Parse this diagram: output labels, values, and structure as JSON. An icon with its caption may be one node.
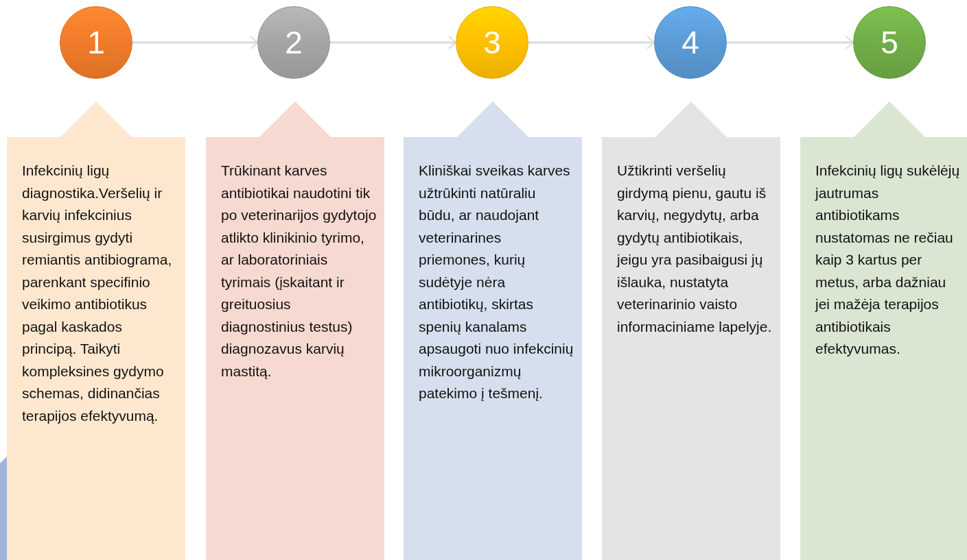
{
  "diagram": {
    "nodes": [
      {
        "text": [
          "1"
        ]
      },
      {
        "text": [
          "2"
        ]
      },
      {
        "text": [
          "3"
        ]
      },
      {
        "text": [
          "4"
        ]
      },
      {
        "text": [
          "5"
        ]
      },
      {
        "text": [
          "Infekcinių ligų diagnostika.Veršelių ir karvių infekcinius susirgimus gydyti remiantis antibiograma, parenkant specifinio veikimo antibiotikus pagal kaskados principą. Taikyti kompleksines gydymo schemas, didinančias terapijos efektyvumą."
        ]
      },
      {
        "text": [
          "Trūkinant karves antibiotikai naudotini tik po veterinarijos gydytojo atlikto klinikinio tyrimo, ar laboratoriniais tyrimais (įskaitant ir greituosius diagnostinius testus) diagnozavus karvių mastitą."
        ]
      },
      {
        "text": [
          "Kliniškai sveikas karves užtrūkinti natūraliu būdu, ar naudojant veterinarines priemones, kurių sudėtyje nėra antibiotikų, skirtas spenių kanalams apsaugoti nuo infekcinių mikroorganizmų patekimo į tešmenį."
        ]
      },
      {
        "text": [
          "Užtikrinti veršelių girdymą pienu, gautu iš karvių, negydytų, arba gydytų antibiotikais, jeigu yra pasibaigusi jų išlauka, nustatyta veterinarinio vaisto informaciniame lapelyje."
        ]
      },
      {
        "text": [
          "Infekcinių ligų sukėlėjų jautrumas antibiotikams nustatomas ne rečiau kaip 3 kartus per metus, arba dažniau jei mažėja terapijos antibiotikais efektyvumas."
        ]
      }
    ],
    "edges": [
      {
        "from": 0,
        "to": 1,
        "arrow": "to"
      },
      {
        "from": 1,
        "to": 2,
        "arrow": "to"
      },
      {
        "from": 2,
        "to": 3,
        "arrow": "to"
      },
      {
        "from": 3,
        "to": 4,
        "arrow": "to"
      }
    ]
  }
}
